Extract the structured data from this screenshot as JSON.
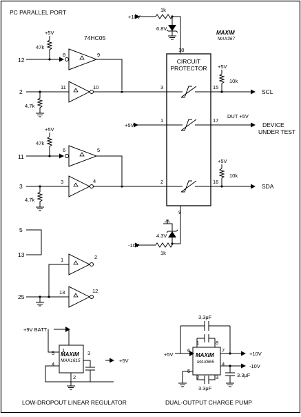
{
  "title": "PC PARALLEL PORT",
  "ic_74hc05": "74HC05",
  "protector": {
    "line1": "CIRCUIT",
    "line2": "PROTECTOR",
    "brand": "MAXIM",
    "part": "MAX367"
  },
  "pins": {
    "port_12": "12",
    "port_2": "2",
    "port_11": "11",
    "port_3": "3",
    "port_5": "5",
    "port_13": "13",
    "port_25": "25",
    "g1_in": "8",
    "g1_out": "9",
    "g2_in": "11",
    "g2_out": "10",
    "g3_in": "6",
    "g3_out": "5",
    "g4_in": "3",
    "g4_out": "4",
    "g5_in": "1",
    "g5_out": "2",
    "g6_in": "13",
    "g6_out": "12",
    "p_18": "18",
    "p_3": "3",
    "p_15": "15",
    "p_1": "1",
    "p_17": "17",
    "p_2": "2",
    "p_16": "16",
    "p_9": "9"
  },
  "values": {
    "v_pos5_a": "+5V",
    "v_pos5_b": "+5V",
    "v_pos10": "+10V",
    "v_neg10": "-10V",
    "r_47k_a": "47k",
    "r_47k_b": "47k",
    "r_4k7_a": "4.7k",
    "r_4k7_b": "4.7k",
    "r_1k_top": "1k",
    "r_1k_bot": "1k",
    "z_68": "6.8V",
    "z_43": "4.3V",
    "r_10k_a": "10k",
    "r_10k_b": "10k",
    "v_pos5_scl": "+5V",
    "v_pos5_sda": "+5V",
    "v_pos5_dut": "+5V",
    "dut_label": "DUT +5V"
  },
  "signals": {
    "scl": "SCL",
    "sda": "SDA",
    "device1": "DEVICE",
    "device2": "UNDER TEST"
  },
  "regulator": {
    "batt": "+9V BATT",
    "brand": "MAXIM",
    "part": "MAX1615",
    "out": "+5V",
    "pin1": "1",
    "pin2": "2",
    "pin3": "3",
    "pin4": "4",
    "pin5": "5",
    "caption": "LOW-DROPOUT LINEAR REGULATOR"
  },
  "pump": {
    "cap_top": "3.3μF",
    "cap_bot": "3.3μF",
    "cap_right": "3.3μF",
    "in": "+5V",
    "out_pos": "+10V",
    "out_neg": "-10V",
    "brand": "MAXIM",
    "part": "MAX865",
    "pin1": "1",
    "pin2": "2",
    "pin3": "3",
    "pin4": "4",
    "pin5": "5",
    "pin6": "6",
    "pin7": "7",
    "pin8": "8",
    "caption": "DUAL-OUTPUT CHARGE PUMP"
  }
}
